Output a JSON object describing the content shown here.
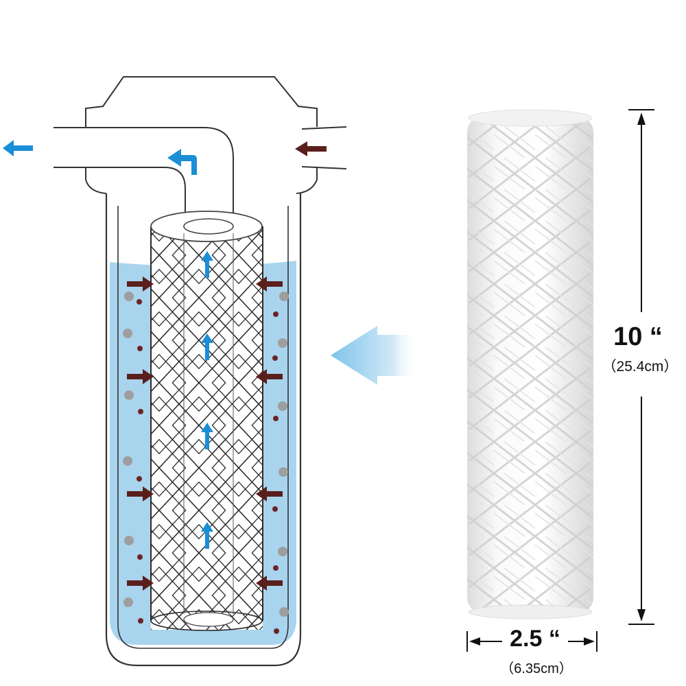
{
  "dimensions": {
    "height_label": "10 “",
    "height_metric": "（25.4cm）",
    "width_label": "2.5 “",
    "width_metric": "（6.35cm）"
  },
  "icons": {
    "outlet": "blue-arrow-left-icon",
    "inlet": "brown-arrow-left-icon",
    "direction": "gradient-arrow-left-icon"
  },
  "colors": {
    "water": "#a9d4ee",
    "flow_arrow": "#1a8fd6",
    "inflow_arrow": "#5a1f1c",
    "particle_grey": "#9e9e9e",
    "particle_brown": "#6b2323",
    "outline": "#333333"
  }
}
